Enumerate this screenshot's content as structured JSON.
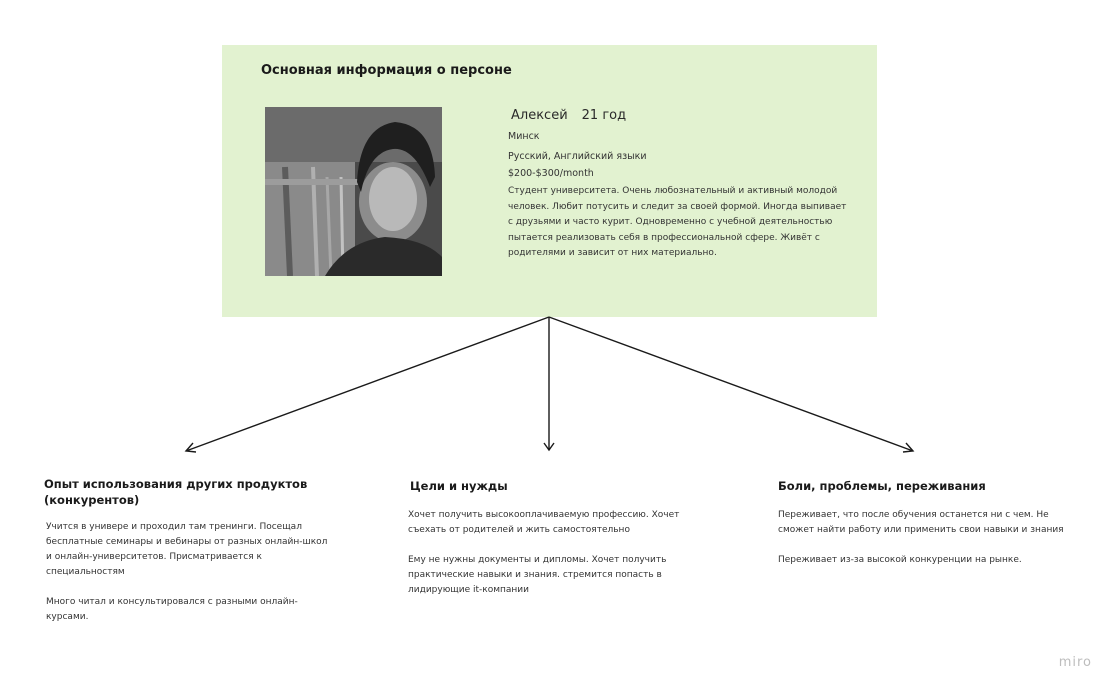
{
  "persona": {
    "title": "Основная информация о персоне",
    "name": "Алексей",
    "age": "21 год",
    "city": "Минск",
    "languages": "Русский, Английский языки",
    "income": "$200-$300/month",
    "description": "Студент университета. Очень любознательный и активный молодой человек. Любит потусить и следит за своей формой. Иногда выпивает с друзьями и часто курит. Одновременно с учебной деятельностью пытается реализовать себя в профессиональной сфере. Живёт с родителями и зависит от них материально."
  },
  "sections": {
    "experience": {
      "title": "Опыт использования других продуктов (конкурентов)",
      "paragraphs": [
        "Учится в универе и проходил там тренинги. Посещал бесплатные семинары и вебинары от разных онлайн-школ и онлайн-университетов. Присматривается к специальностям",
        "Много читал и консультировался с разными онлайн-курсами."
      ]
    },
    "goals": {
      "title": "Цели и нужды",
      "paragraphs": [
        "Хочет получить высокооплачиваемую профессию. Хочет съехать от родителей и жить самостоятельно",
        "Ему не нужны документы и дипломы. Хочет получить практические навыки и знания. стремится попасть в лидирующие it-компании"
      ]
    },
    "pains": {
      "title": "Боли, проблемы, переживания",
      "paragraphs": [
        "Переживает, что после обучения останется ни с чем. Не сможет найти работу или применить свои навыки и знания",
        "Переживает из-за высокой конкуренции на рынке."
      ]
    }
  },
  "watermark": "miro",
  "colors": {
    "card_background": "#e2f2d0",
    "connector": "#1a1a1a",
    "watermark": "#bdbdbd"
  }
}
